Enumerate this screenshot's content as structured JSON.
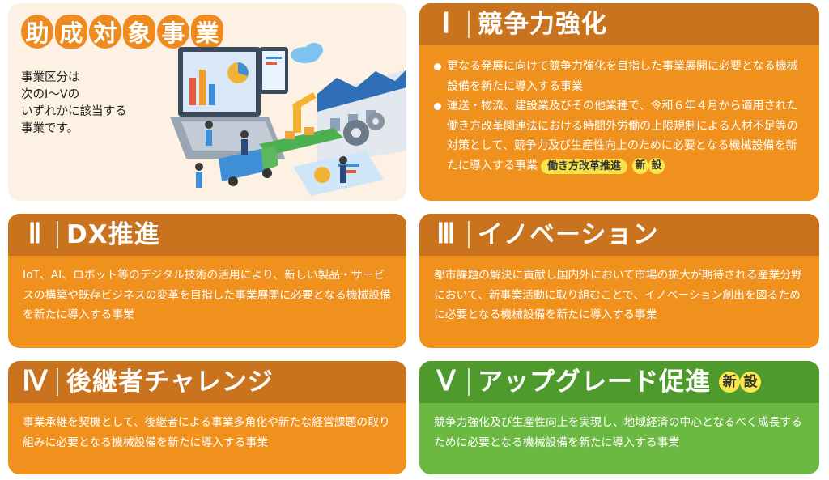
{
  "intro": {
    "title_chars": [
      "助",
      "成",
      "対",
      "象",
      "事",
      "業"
    ],
    "text_lines": [
      "事業区分は",
      "次のⅠ～Ⅴの",
      "いずれかに該当する",
      "事業です。"
    ]
  },
  "new_badge": [
    "新",
    "設"
  ],
  "cards": [
    {
      "num": "Ⅰ",
      "title": "競争力強化",
      "bullets": [
        "更なる発展に向けて競争力強化を目指した事業展開に必要となる機械設備を新たに導入する事業",
        "運送・物流、建設業及びその他業種で、令和６年４月から適用された働き方改革関連法における時間外労働の上限規制による人材不足等の対策として、競争力及び生産性向上のために必要となる機械設備を新たに導入する事業"
      ],
      "tag": "働き方改革推進"
    },
    {
      "num": "Ⅱ",
      "title": "DX推進",
      "body": "IoT、AI、ロボット等のデジタル技術の活用により、新しい製品・サービスの構築や既存ビジネスの変革を目指した事業展開に必要となる機械設備を新たに導入する事業"
    },
    {
      "num": "Ⅲ",
      "title": "イノベーション",
      "body": "都市課題の解決に貢献し国内外において市場の拡大が期待される産業分野において、新事業活動に取り組むことで、イノベーション創出を図るために必要となる機械設備を新たに導入する事業"
    },
    {
      "num": "Ⅳ",
      "title": "後継者チャレンジ",
      "body": "事業承継を契機として、後継者による事業多角化や新たな経営課題の取り組みに必要となる機械設備を新たに導入する事業"
    },
    {
      "num": "Ⅴ",
      "title": "アップグレード促進",
      "body": "競争力強化及び生産性向上を実現し、地域経済の中心となるべく成長するために必要となる機械設備を新たに導入する事業"
    }
  ],
  "colors": {
    "orange": "#f0901d",
    "orange_header": "#c9731e",
    "green": "#6bb842",
    "green_header": "#4f9a2c",
    "badge_yellow": "#fbe84a",
    "intro_bg": "#fdf1e3"
  }
}
